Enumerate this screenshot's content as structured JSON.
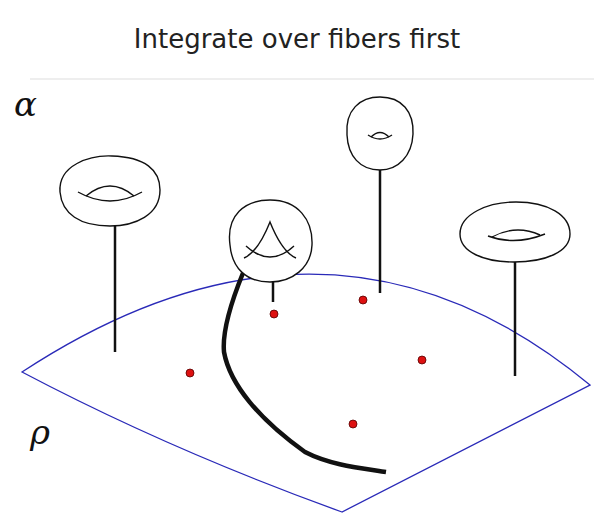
{
  "diagram": {
    "title": "Integrate over fibers first",
    "labels": [
      "α",
      "ρ"
    ]
  }
}
